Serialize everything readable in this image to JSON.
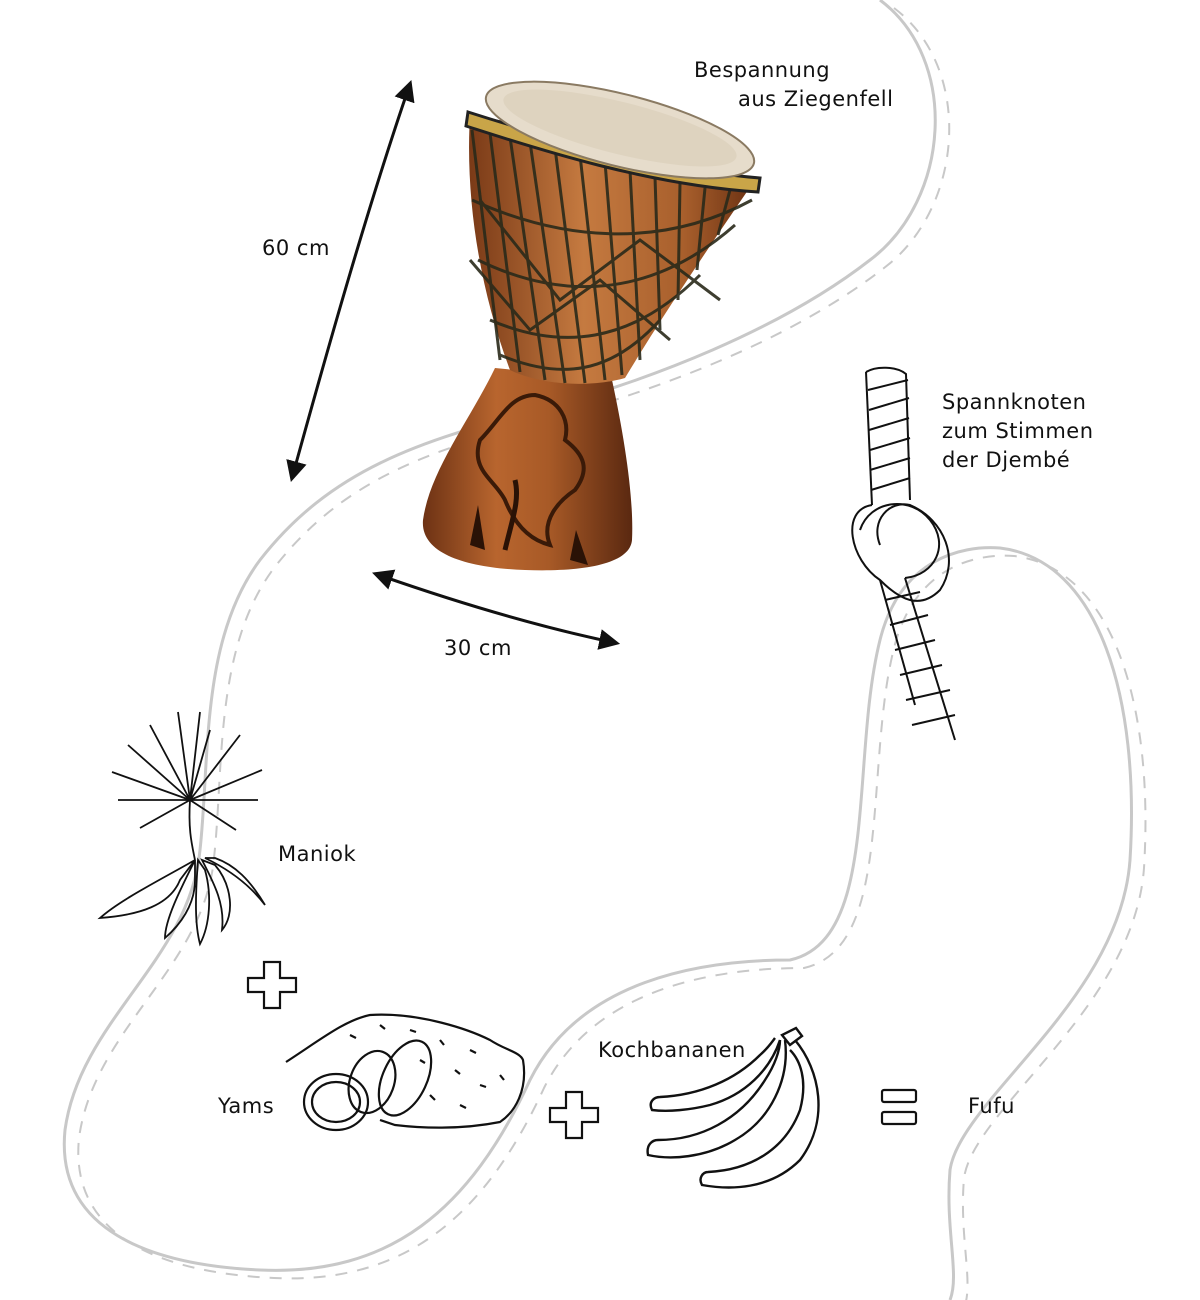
{
  "labels": {
    "skin": [
      "Bespannung",
      "aus Ziegenfell"
    ],
    "height": "60 cm",
    "width": "30 cm",
    "knot": [
      "Spannknoten",
      "zum Stimmen",
      "der Djembé"
    ],
    "cassava": "Maniok",
    "yam": "Yams",
    "plantain": "Kochbananen",
    "result": "Fufu"
  },
  "icons": {
    "drum": "djembe-drum-photo",
    "knot": "rope-knot-icon",
    "cassava": "cassava-plant-icon",
    "yam": "yam-icon",
    "plantain": "plantain-bunch-icon",
    "plus": "plus-icon",
    "equals": "equals-icon"
  },
  "colors": {
    "path": "#c8c8c8",
    "ink": "#111111",
    "wood": "#9a4f24",
    "wood_dark": "#5e2a10",
    "skin": "#e6dccb",
    "rope": "#2a2a1a"
  }
}
